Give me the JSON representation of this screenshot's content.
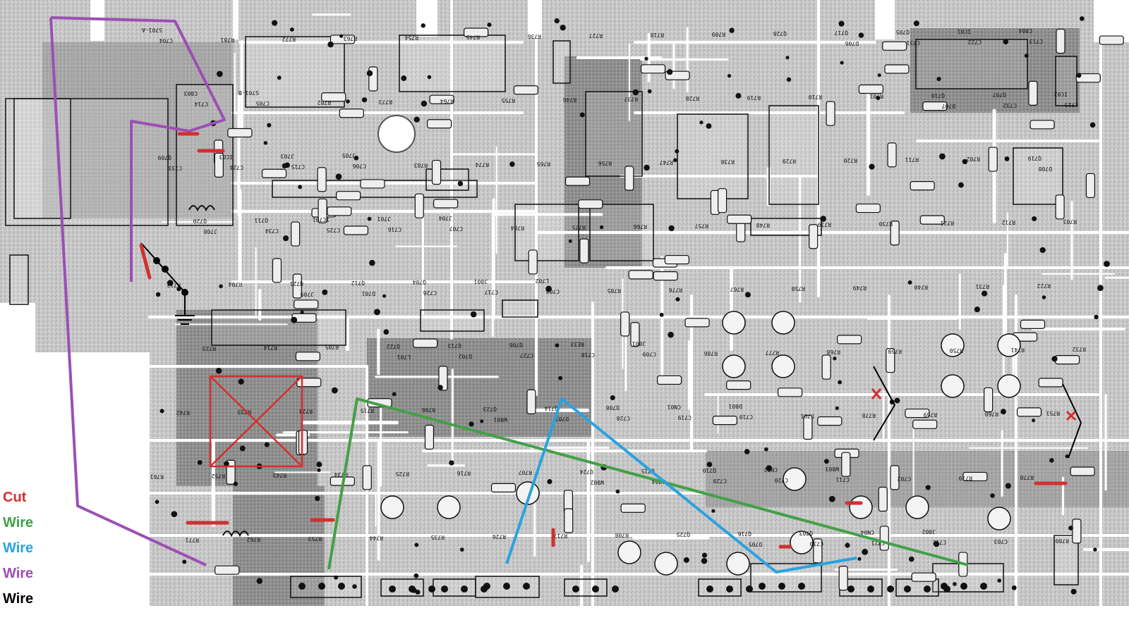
{
  "legend": [
    {
      "label": "Cut",
      "color": "#d32f2f"
    },
    {
      "label": "Wire",
      "color": "#43a047"
    },
    {
      "label": "Wire",
      "color": "#29a3e0"
    },
    {
      "label": "Wire",
      "color": "#9c4fb5"
    },
    {
      "label": "Wire",
      "color": "#000000"
    }
  ],
  "labels": [
    "S701-A",
    "S701-B",
    "J705",
    "J704",
    "L702",
    "J801",
    "D801",
    "W803",
    "J802",
    "C804",
    "C803",
    "J703",
    "J701",
    "J801",
    "RE33",
    "CN01",
    "CN02",
    "CN04",
    "IC01",
    "IC02",
    "IC03",
    "IC701",
    "Q704",
    "Q706",
    "Q708",
    "Q710",
    "Q703",
    "Q705",
    "Q707",
    "Q709",
    "Q711",
    "Q712",
    "Q713",
    "Q714",
    "Q715",
    "Q716",
    "Q717",
    "Q718",
    "Q719",
    "Q720",
    "Q721",
    "Q722",
    "Q723",
    "Q724",
    "Q725",
    "Q726",
    "R701",
    "R702",
    "R703",
    "R704",
    "R705",
    "R706",
    "R707",
    "R708",
    "R709",
    "R710",
    "R711",
    "R712",
    "R713",
    "R714",
    "R715",
    "R716",
    "R717",
    "R718",
    "R719",
    "R720",
    "R721",
    "R722",
    "R723",
    "R724",
    "R725",
    "R726",
    "R727",
    "R728",
    "R729",
    "R730",
    "R731",
    "R732",
    "R733",
    "R734",
    "R735",
    "R736",
    "R737",
    "R738",
    "R739",
    "R740",
    "R741",
    "R742",
    "R743",
    "R744",
    "R745",
    "R746",
    "R747",
    "R748",
    "R749",
    "R750",
    "R751",
    "R752",
    "R753",
    "R754",
    "R755",
    "R756",
    "R757",
    "R758",
    "R759",
    "R760",
    "R761",
    "R762",
    "R763",
    "R764",
    "R765",
    "R766",
    "R767",
    "R768",
    "R769",
    "R770",
    "R771",
    "R772",
    "R773",
    "R774",
    "R775",
    "R776",
    "R777",
    "R778",
    "R779",
    "R780",
    "R781",
    "R782",
    "R783",
    "R784",
    "R785",
    "R786",
    "C701",
    "C702",
    "C703",
    "C704",
    "C705",
    "C706",
    "C707",
    "C708",
    "C709",
    "C710",
    "C711",
    "C712",
    "C713",
    "C714",
    "C715",
    "C716",
    "C717",
    "C718",
    "C719",
    "C720",
    "C721",
    "C722",
    "C723",
    "C724",
    "C725",
    "C726",
    "C727",
    "C728",
    "C729",
    "C730",
    "C731",
    "C732",
    "C733",
    "C734",
    "D701",
    "D702",
    "D703",
    "D704",
    "D705",
    "D706",
    "D707",
    "D708",
    "J708",
    "J709",
    "L701",
    "W801",
    "W802"
  ],
  "icons": {
    "ground": "ground-symbol-icon",
    "cross": "removed-part-cross-icon",
    "x_mark": "x-mark-icon"
  },
  "colors": {
    "cut": "#d32f2f",
    "green_wire": "#43a047",
    "blue_wire": "#29a3e0",
    "purple_wire": "#9c4fb5",
    "black_wire": "#000000",
    "board": "#d9d9d9",
    "trace": "#ffffff"
  }
}
